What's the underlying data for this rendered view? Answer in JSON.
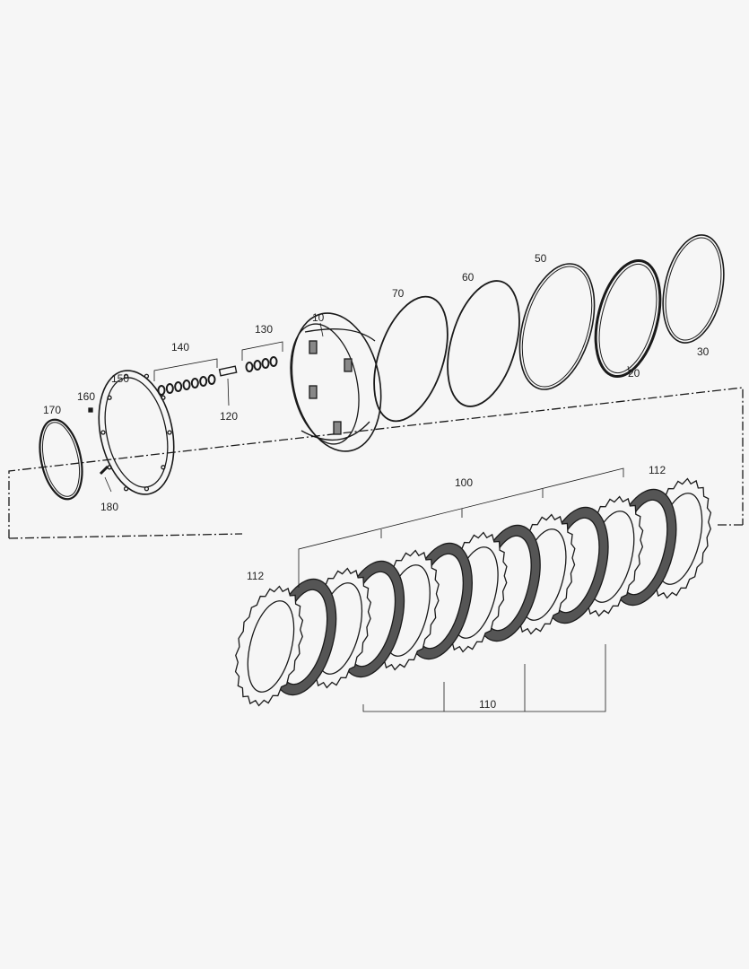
{
  "callouts": {
    "p10": "10",
    "p20": "20",
    "p30": "30",
    "p50": "50",
    "p60": "60",
    "p70": "70",
    "p100": "100",
    "p110": "110",
    "p112_left": "112",
    "p112_right": "112",
    "p120": "120",
    "p130": "130",
    "p140": "140",
    "p150": "150",
    "p160": "160",
    "p170": "170",
    "p180": "180"
  },
  "colors": {
    "line": "#1a1a1a",
    "friction": "#555555",
    "background": "#f6f6f6"
  }
}
